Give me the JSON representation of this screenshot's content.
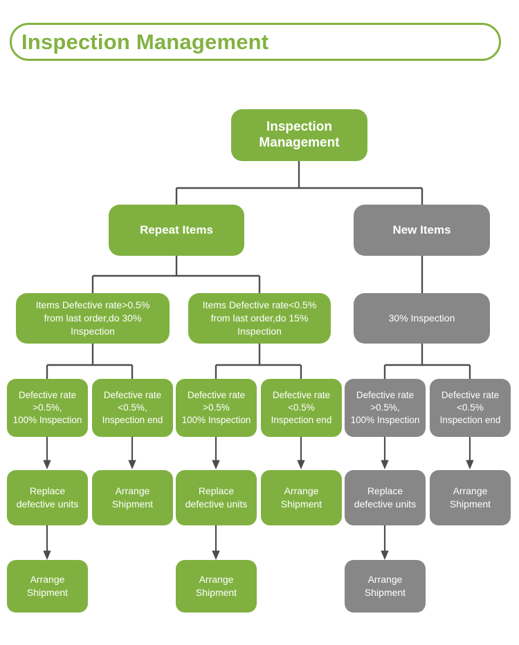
{
  "page": {
    "title": "Inspection Management",
    "background_color": "#ffffff"
  },
  "theme": {
    "green": "#80b140",
    "gray": "#878787",
    "connector": "#4d4d4d",
    "arrow": "#4d4d4d",
    "text_on_node": "#ffffff",
    "title_color": "#82b241"
  },
  "diagram": {
    "type": "flowchart",
    "orientation": "top-down",
    "levels": [
      {
        "level": 1,
        "nodes": [
          {
            "id": "root",
            "label": "Inspection\nManagement",
            "color": "green"
          }
        ]
      },
      {
        "level": 2,
        "nodes": [
          {
            "id": "repeat-items",
            "label": "Repeat Items",
            "color": "green"
          },
          {
            "id": "new-items",
            "label": "New Items",
            "color": "gray"
          }
        ]
      },
      {
        "level": 3,
        "nodes": [
          {
            "id": "repeat-high",
            "label": "Items Defective rate>0.5%\nfrom last order,do 30%\nInspection",
            "color": "green"
          },
          {
            "id": "repeat-low",
            "label": "Items Defective rate<0.5%\nfrom last order,do 15%\nInspection",
            "color": "green"
          },
          {
            "id": "new-30",
            "label": "30% Inspection",
            "color": "gray"
          }
        ]
      },
      {
        "level": 4,
        "nodes": [
          {
            "id": "rh-high",
            "label": "Defective rate\n>0.5%,\n100% Inspection",
            "color": "green"
          },
          {
            "id": "rh-low",
            "label": "Defective rate\n<0.5%,\nInspection end",
            "color": "green"
          },
          {
            "id": "rl-high",
            "label": "Defective rate\n>0.5%\n100% Inspection",
            "color": "green"
          },
          {
            "id": "rl-low",
            "label": "Defective rate\n<0.5%\nInspection end",
            "color": "green"
          },
          {
            "id": "ni-high",
            "label": "Defective rate\n>0.5%,\n100% Inspection",
            "color": "gray"
          },
          {
            "id": "ni-low",
            "label": "Defective rate\n<0.5%\nInspection end",
            "color": "gray"
          }
        ]
      },
      {
        "level": 5,
        "nodes": [
          {
            "id": "rh-high-act",
            "label": "Replace\ndefective units",
            "color": "green"
          },
          {
            "id": "rh-low-act",
            "label": "Arrange\nShipment",
            "color": "green"
          },
          {
            "id": "rl-high-act",
            "label": "Replace\ndefective units",
            "color": "green"
          },
          {
            "id": "rl-low-act",
            "label": "Arrange\nShipment",
            "color": "green"
          },
          {
            "id": "ni-high-act",
            "label": "Replace\ndefective units",
            "color": "gray"
          },
          {
            "id": "ni-low-act",
            "label": "Arrange\nShipment",
            "color": "gray"
          }
        ]
      },
      {
        "level": 6,
        "nodes": [
          {
            "id": "rh-ship",
            "label": "Arrange\nShipment",
            "color": "green"
          },
          {
            "id": "rl-ship",
            "label": "Arrange\nShipment",
            "color": "green"
          },
          {
            "id": "ni-ship",
            "label": "Arrange\nShipment",
            "color": "gray"
          }
        ]
      }
    ]
  }
}
